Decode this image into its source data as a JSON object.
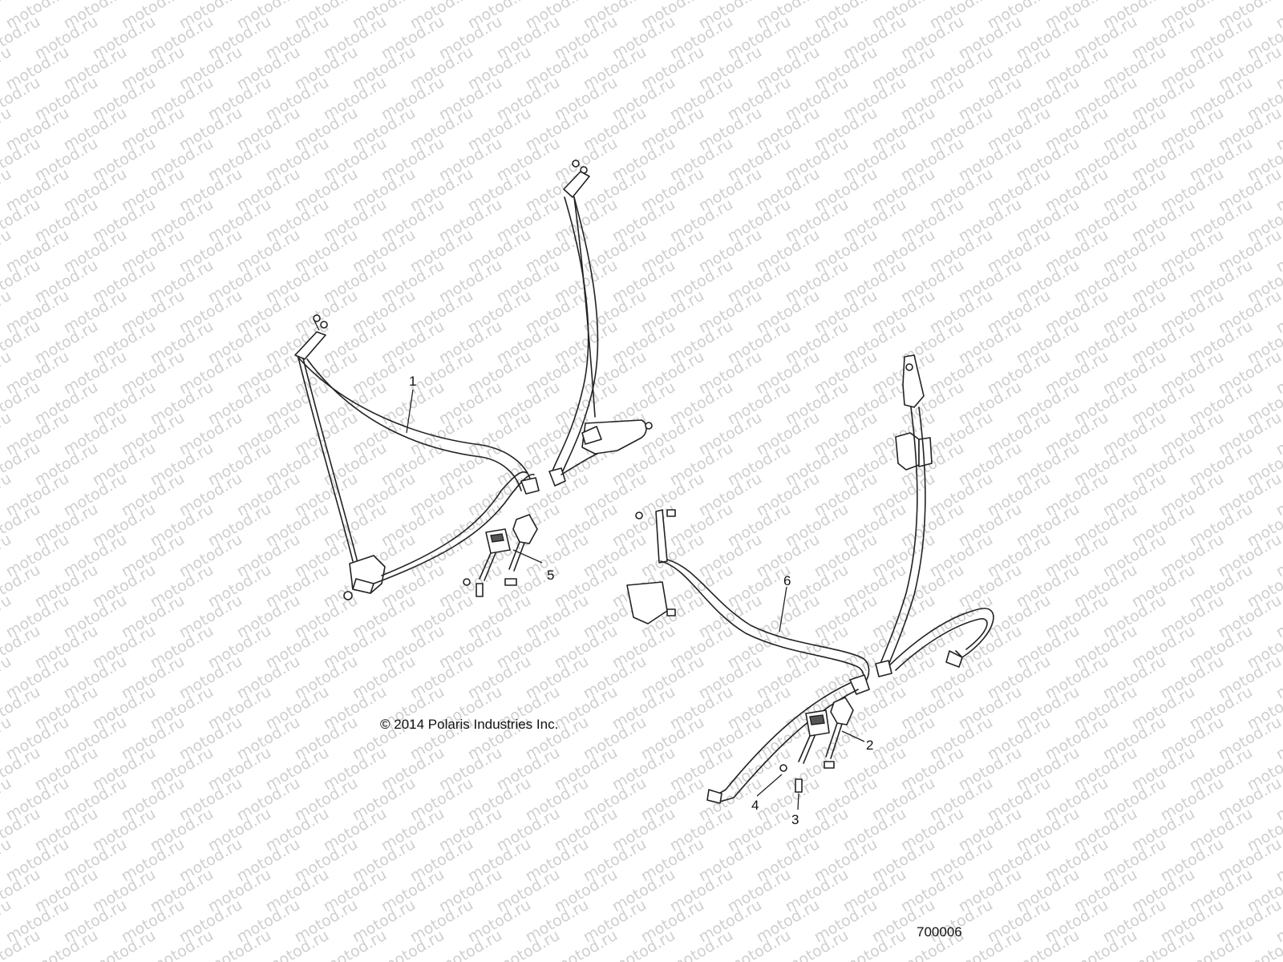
{
  "watermark": {
    "text": "motod.ru",
    "color": "#cfcfcf"
  },
  "callouts": [
    {
      "id": "1",
      "label": "1"
    },
    {
      "id": "2",
      "label": "2"
    },
    {
      "id": "3",
      "label": "3"
    },
    {
      "id": "4",
      "label": "4"
    },
    {
      "id": "5",
      "label": "5"
    },
    {
      "id": "6",
      "label": "6"
    }
  ],
  "copyright": "© 2014 Polaris Industries Inc.",
  "drawing_number": "700006",
  "parts_depicted": [
    "seat-belt-assembly-left",
    "seat-belt-buckle-pair",
    "seat-belt-assembly-right",
    "seat-belt-buckle-pair-right",
    "bolt",
    "nut"
  ]
}
